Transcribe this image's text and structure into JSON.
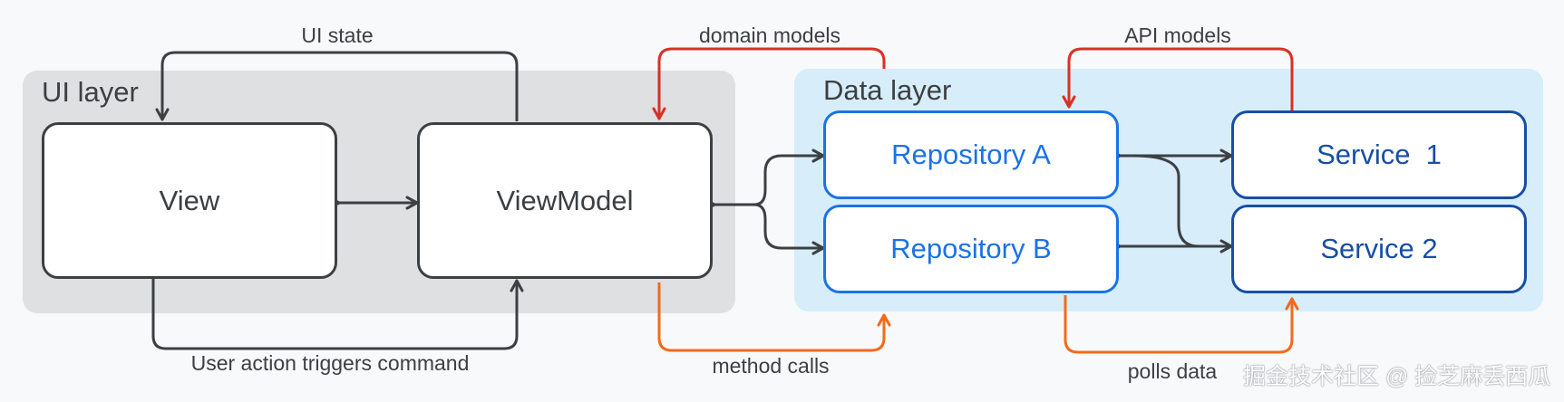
{
  "layers": {
    "ui": {
      "title": "UI layer"
    },
    "data": {
      "title": "Data layer"
    }
  },
  "components": {
    "view": "View",
    "viewmodel": "ViewModel",
    "repository_a": "Repository A",
    "repository_b": "Repository B",
    "service_1": "Service  1",
    "service_2": "Service 2"
  },
  "edge_labels": {
    "ui_state": "UI state",
    "user_action": "User action triggers command",
    "domain_models": "domain models",
    "method_calls": "method calls",
    "api_models": "API models",
    "polls_data": "polls data"
  },
  "watermark": "掘金技术社区 @ 捡芝麻丢西瓜",
  "colors": {
    "ui_layer_bg": "#dfe0e2",
    "data_layer_bg": "#d7edf9",
    "dark_stroke": "#3c4043",
    "repository_blue": "#1a73e8",
    "service_blue": "#174ea6",
    "red_arrow": "#d93025",
    "orange_arrow": "#f26a1b"
  }
}
